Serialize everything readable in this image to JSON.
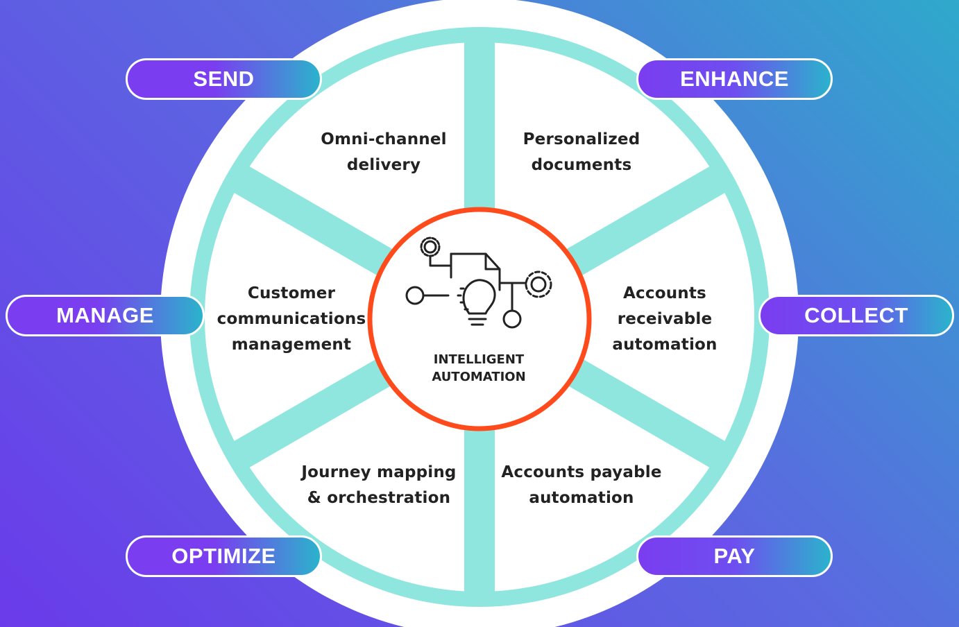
{
  "center": {
    "label_line1": "INTELLIGENT",
    "label_line2": "AUTOMATION",
    "icon": "document-lightbulb-gears-icon"
  },
  "colors": {
    "ring": "#8ee6de",
    "ring_outer": "#ffffff",
    "center_border": "#ff4a1c",
    "pill_gradient_start": "#7a3df0",
    "pill_gradient_end": "#2bb3cc"
  },
  "pills": {
    "send": "SEND",
    "enhance": "ENHANCE",
    "manage": "MANAGE",
    "collect": "COLLECT",
    "optimize": "OPTIMIZE",
    "pay": "PAY"
  },
  "segments": {
    "top_left": [
      "Omni-channel",
      "delivery"
    ],
    "top_right": [
      "Personalized",
      "documents"
    ],
    "left": [
      "Customer",
      "communications",
      "management"
    ],
    "right": [
      "Accounts",
      "receivable",
      "automation"
    ],
    "bottom_left": [
      "Journey mapping",
      "& orchestration"
    ],
    "bottom_right": [
      "Accounts payable",
      "automation"
    ]
  }
}
